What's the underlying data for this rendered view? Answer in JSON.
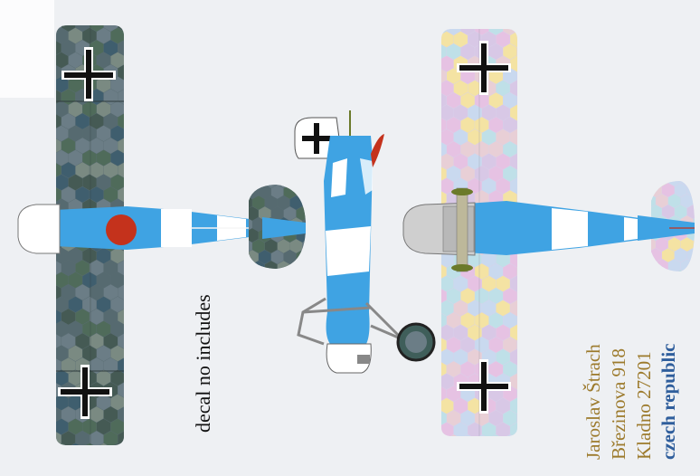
{
  "caption": "decal no includes",
  "credits": {
    "name": "Jaroslav  Štrach",
    "street": "Březinova  918",
    "city": "Kladno  27201",
    "country": "czech republic"
  },
  "colors": {
    "background": "#eef0f3",
    "fuselage_blue": "#3fa3e3",
    "fuselage_white": "#ffffff",
    "cross_black": "#111111",
    "roundel_red": "#c4321c",
    "camo_dark": [
      "#566a70",
      "#4f6b5a",
      "#6b7d86",
      "#455a54",
      "#3f5e6e",
      "#7a8a82"
    ],
    "camo_light": [
      "#e6c2e3",
      "#c9d9ef",
      "#f4e3a3",
      "#d8c8e6",
      "#bfe0e8",
      "#e8cfd6"
    ],
    "credit_text": "#9c7a2c",
    "country_text": "#2f5e9c"
  },
  "icons": [
    "left-plane-top-view-icon",
    "center-plane-side-view-icon",
    "right-plane-bottom-view-icon"
  ]
}
